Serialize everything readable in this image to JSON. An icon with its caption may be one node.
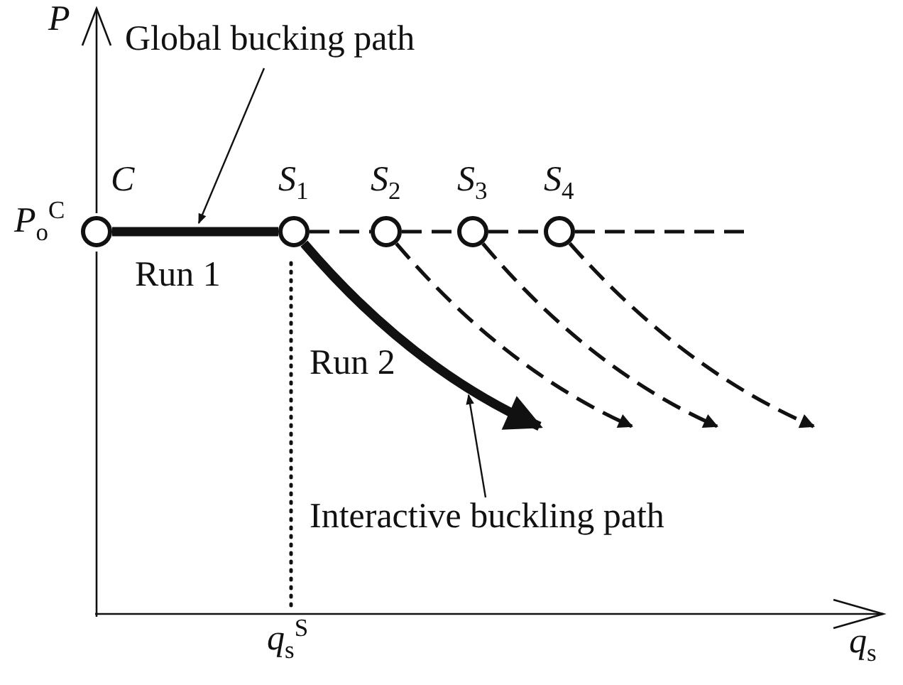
{
  "diagram": {
    "nodes": [
      {
        "text": [],
        "shape": "circle",
        "beside": [
          "C"
        ]
      },
      {
        "text": [],
        "shape": "circle",
        "beside": [
          "*S*$_{1}$"
        ]
      },
      {
        "text": [],
        "shape": "circle",
        "beside": [
          "*S*$_{2}$"
        ]
      },
      {
        "text": [],
        "shape": "circle",
        "beside": [
          "*S*$_{3}$"
        ]
      },
      {
        "text": [],
        "shape": "circle",
        "beside": [
          "*S*$_{4}$"
        ]
      },
      {
        "text": [
          "Global bucking path"
        ]
      },
      {
        "text": [
          "Interactive buckling path"
        ]
      }
    ],
    "edges": [
      {
        "from": 0,
        "to": 1,
        "arrow": "none",
        "style": "thick"
      },
      {
        "from": 1,
        "to": 2,
        "arrow": "none",
        "style": "dashed"
      },
      {
        "from": 2,
        "to": 3,
        "arrow": "none",
        "style": "dashed"
      },
      {
        "from": 3,
        "to": 4,
        "arrow": "none",
        "style": "dashed"
      },
      {
        "from": 4,
        "to": null,
        "arrow": "none",
        "style": "dashed"
      },
      {
        "from": 1,
        "to": null,
        "arrow": "to",
        "style": "thick"
      },
      {
        "from": 2,
        "to": null,
        "arrow": "to",
        "style": "dashed"
      },
      {
        "from": 3,
        "to": null,
        "arrow": "to",
        "style": "dashed"
      },
      {
        "from": 4,
        "to": null,
        "arrow": "to",
        "style": "dashed"
      },
      {
        "from": 5,
        "to": null,
        "arrow": "to"
      },
      {
        "from": 6,
        "to": null,
        "arrow": "to"
      }
    ],
    "labels": [
      "P",
      "*P*$_{o}$$^{C}$",
      "Run 1",
      "Run 2",
      "*q*$_{s}$$^{S}$",
      "*q*$_{s}$"
    ]
  }
}
